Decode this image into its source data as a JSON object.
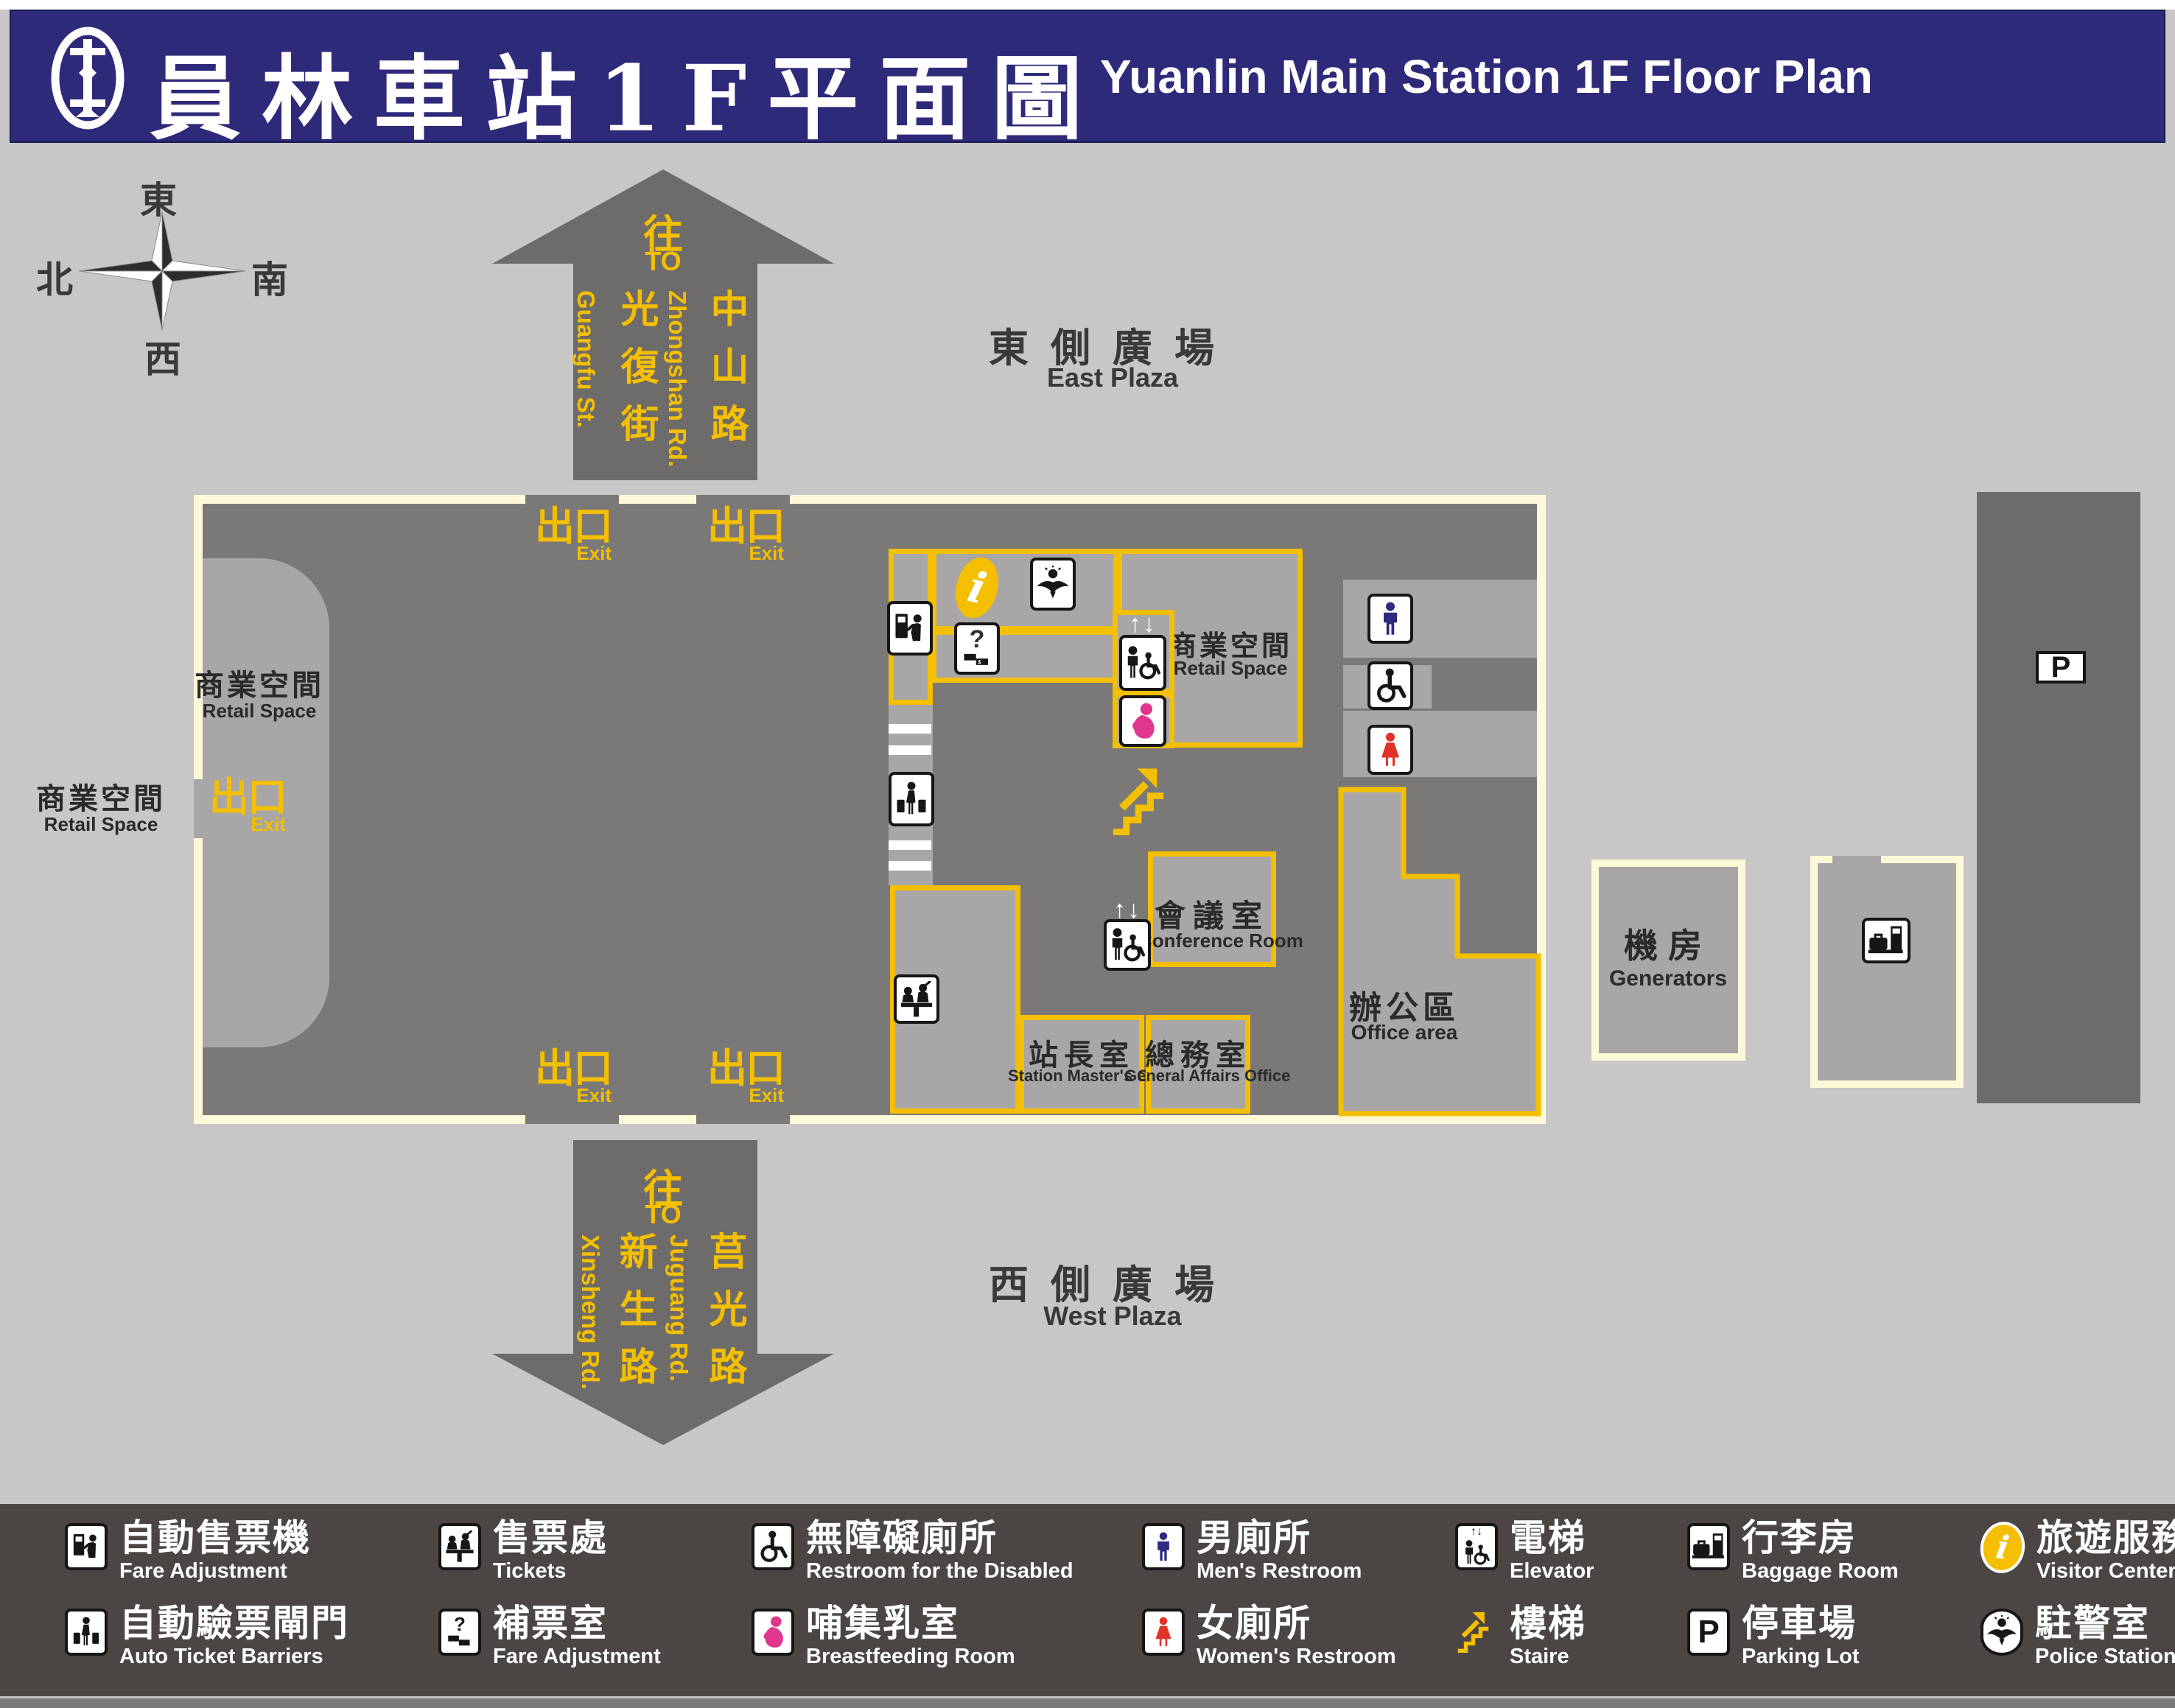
{
  "header": {
    "title_zh": "員林車站1F平面圖",
    "title_en": "Yuanlin Main Station 1F Floor Plan",
    "logo": "tra-railway-logo"
  },
  "compass": {
    "top": "東",
    "left": "北",
    "right": "南",
    "bottom": "西"
  },
  "arrow_top": {
    "to_zh": "往",
    "to_en": "TO",
    "road_left_zh": "光復街",
    "road_left_en": "Guangfu St.",
    "road_right_zh": "中山路",
    "road_right_en": "Zhongshan Rd."
  },
  "arrow_bottom": {
    "to_zh": "往",
    "to_en": "TO",
    "road_left_zh": "新生路",
    "road_left_en": "Xinsheng Rd.",
    "road_right_zh": "莒光路",
    "road_right_en": "Juguang Rd."
  },
  "plaza_east": {
    "zh": "東側廣場",
    "en": "East Plaza"
  },
  "plaza_west": {
    "zh": "西側廣場",
    "en": "West Plaza"
  },
  "exit_sign": {
    "zh": "出口",
    "en": "Exit"
  },
  "elevator_arrows": "↑↓",
  "parking_letter": "P",
  "rooms": {
    "retail": {
      "zh": "商業空間",
      "en": "Retail Space"
    },
    "conference": {
      "zh": "會議室",
      "en": "Conference Room"
    },
    "station_master": {
      "zh": "站長室",
      "en": "Station Master's Office"
    },
    "general_affairs": {
      "zh": "總務室",
      "en": "General Affairs Office"
    },
    "office": {
      "zh": "辦公區",
      "en": "Office area"
    },
    "generators": {
      "zh": "機房",
      "en": "Generators"
    }
  },
  "legend": {
    "rows": [
      [
        {
          "icon": "fare-machine-icon",
          "zh": "自動售票機",
          "en": "Fare Adjustment"
        },
        {
          "icon": "ticket-counter-icon",
          "zh": "售票處",
          "en": "Tickets"
        },
        {
          "icon": "accessible-restroom-icon",
          "zh": "無障礙廁所",
          "en": "Restroom for the Disabled"
        },
        {
          "icon": "mens-restroom-icon",
          "zh": "男廁所",
          "en": "Men's Restroom"
        },
        {
          "icon": "elevator-icon",
          "zh": "電梯",
          "en": "Elevator"
        },
        {
          "icon": "baggage-room-icon",
          "zh": "行李房",
          "en": "Baggage Room"
        },
        {
          "icon": "visitor-center-icon",
          "zh": "旅遊服務中心",
          "en": "Visitor Center"
        }
      ],
      [
        {
          "icon": "ticket-barrier-icon",
          "zh": "自動驗票閘門",
          "en": "Auto Ticket Barriers"
        },
        {
          "icon": "fare-adjustment-icon",
          "zh": "補票室",
          "en": "Fare Adjustment"
        },
        {
          "icon": "breastfeeding-icon",
          "zh": "哺集乳室",
          "en": "Breastfeeding Room"
        },
        {
          "icon": "womens-restroom-icon",
          "zh": "女廁所",
          "en": "Women's Restroom"
        },
        {
          "icon": "stairs-icon",
          "zh": "樓梯",
          "en": "Staire"
        },
        {
          "icon": "parking-icon",
          "zh": "停車場",
          "en": "Parking Lot"
        },
        {
          "icon": "police-icon",
          "zh": "駐警室",
          "en": "Police Station"
        }
      ]
    ]
  },
  "colors": {
    "header_navy": "#2e2a7a",
    "accent_yellow": "#f3bf00",
    "wall_cream": "#fcf8d8",
    "interior_gray": "#7b7878",
    "room_gray": "#a8a6a6",
    "plaza_gray": "#c8c6c6",
    "structure_gray": "#6e6b6b",
    "legend_bg": "#4b4644",
    "mens_blue": "#2d2a80",
    "womens_red": "#e23128",
    "breastfeeding_pink": "#e0368c"
  }
}
